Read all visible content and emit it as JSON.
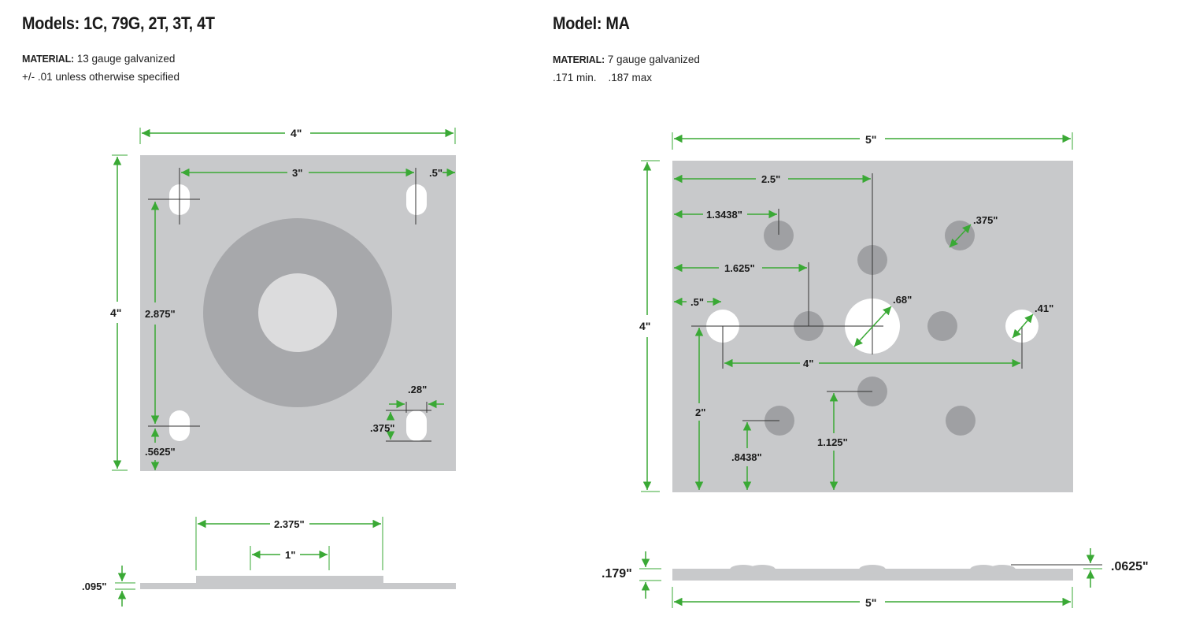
{
  "left": {
    "title": "Models: 1C, 79G, 2T, 3T, 4T",
    "material_label": "MATERIAL:",
    "material_value": "13 gauge galvanized",
    "tolerance": "+/- .01 unless otherwise specified",
    "dims": {
      "width": "4\"",
      "height": "4\"",
      "slot_spacing": "3\"",
      "edge_offset": ".5\"",
      "vertical_spacing": "2.875\"",
      "bottom_offset": ".5625\"",
      "slot_width": ".28\"",
      "slot_height": ".375\"",
      "profile_raised": "2.375\"",
      "profile_center": "1\"",
      "thickness": ".095\""
    }
  },
  "right": {
    "title": "Model: MA",
    "material_label": "MATERIAL:",
    "material_value": "7 gauge galvanized",
    "thickness_range": ".171 min.    .187 max",
    "dims": {
      "width": "5\"",
      "height": "4\"",
      "center": "2.5\"",
      "hole_a": "1.3438\"",
      "hole_b": "1.625\"",
      "edge": ".5\"",
      "small_hole": ".375\"",
      "big_hole": ".68\"",
      "side_hole": ".41\"",
      "hole_span": "4\"",
      "hole_height": "2\"",
      "lower_hole": "1.125\"",
      "lower_left": ".8438\"",
      "overall_thickness": ".179\"",
      "plate_thickness": ".0625\"",
      "profile_width": "5\""
    }
  },
  "colors": {
    "plate": "#c8c9cb",
    "ring": "#a7a8ab",
    "center_disc": "#dcdcdd",
    "dimple": "#9fa0a3",
    "dimension_line": "#3aa935",
    "leader": "#333333",
    "hole": "#ffffff"
  }
}
